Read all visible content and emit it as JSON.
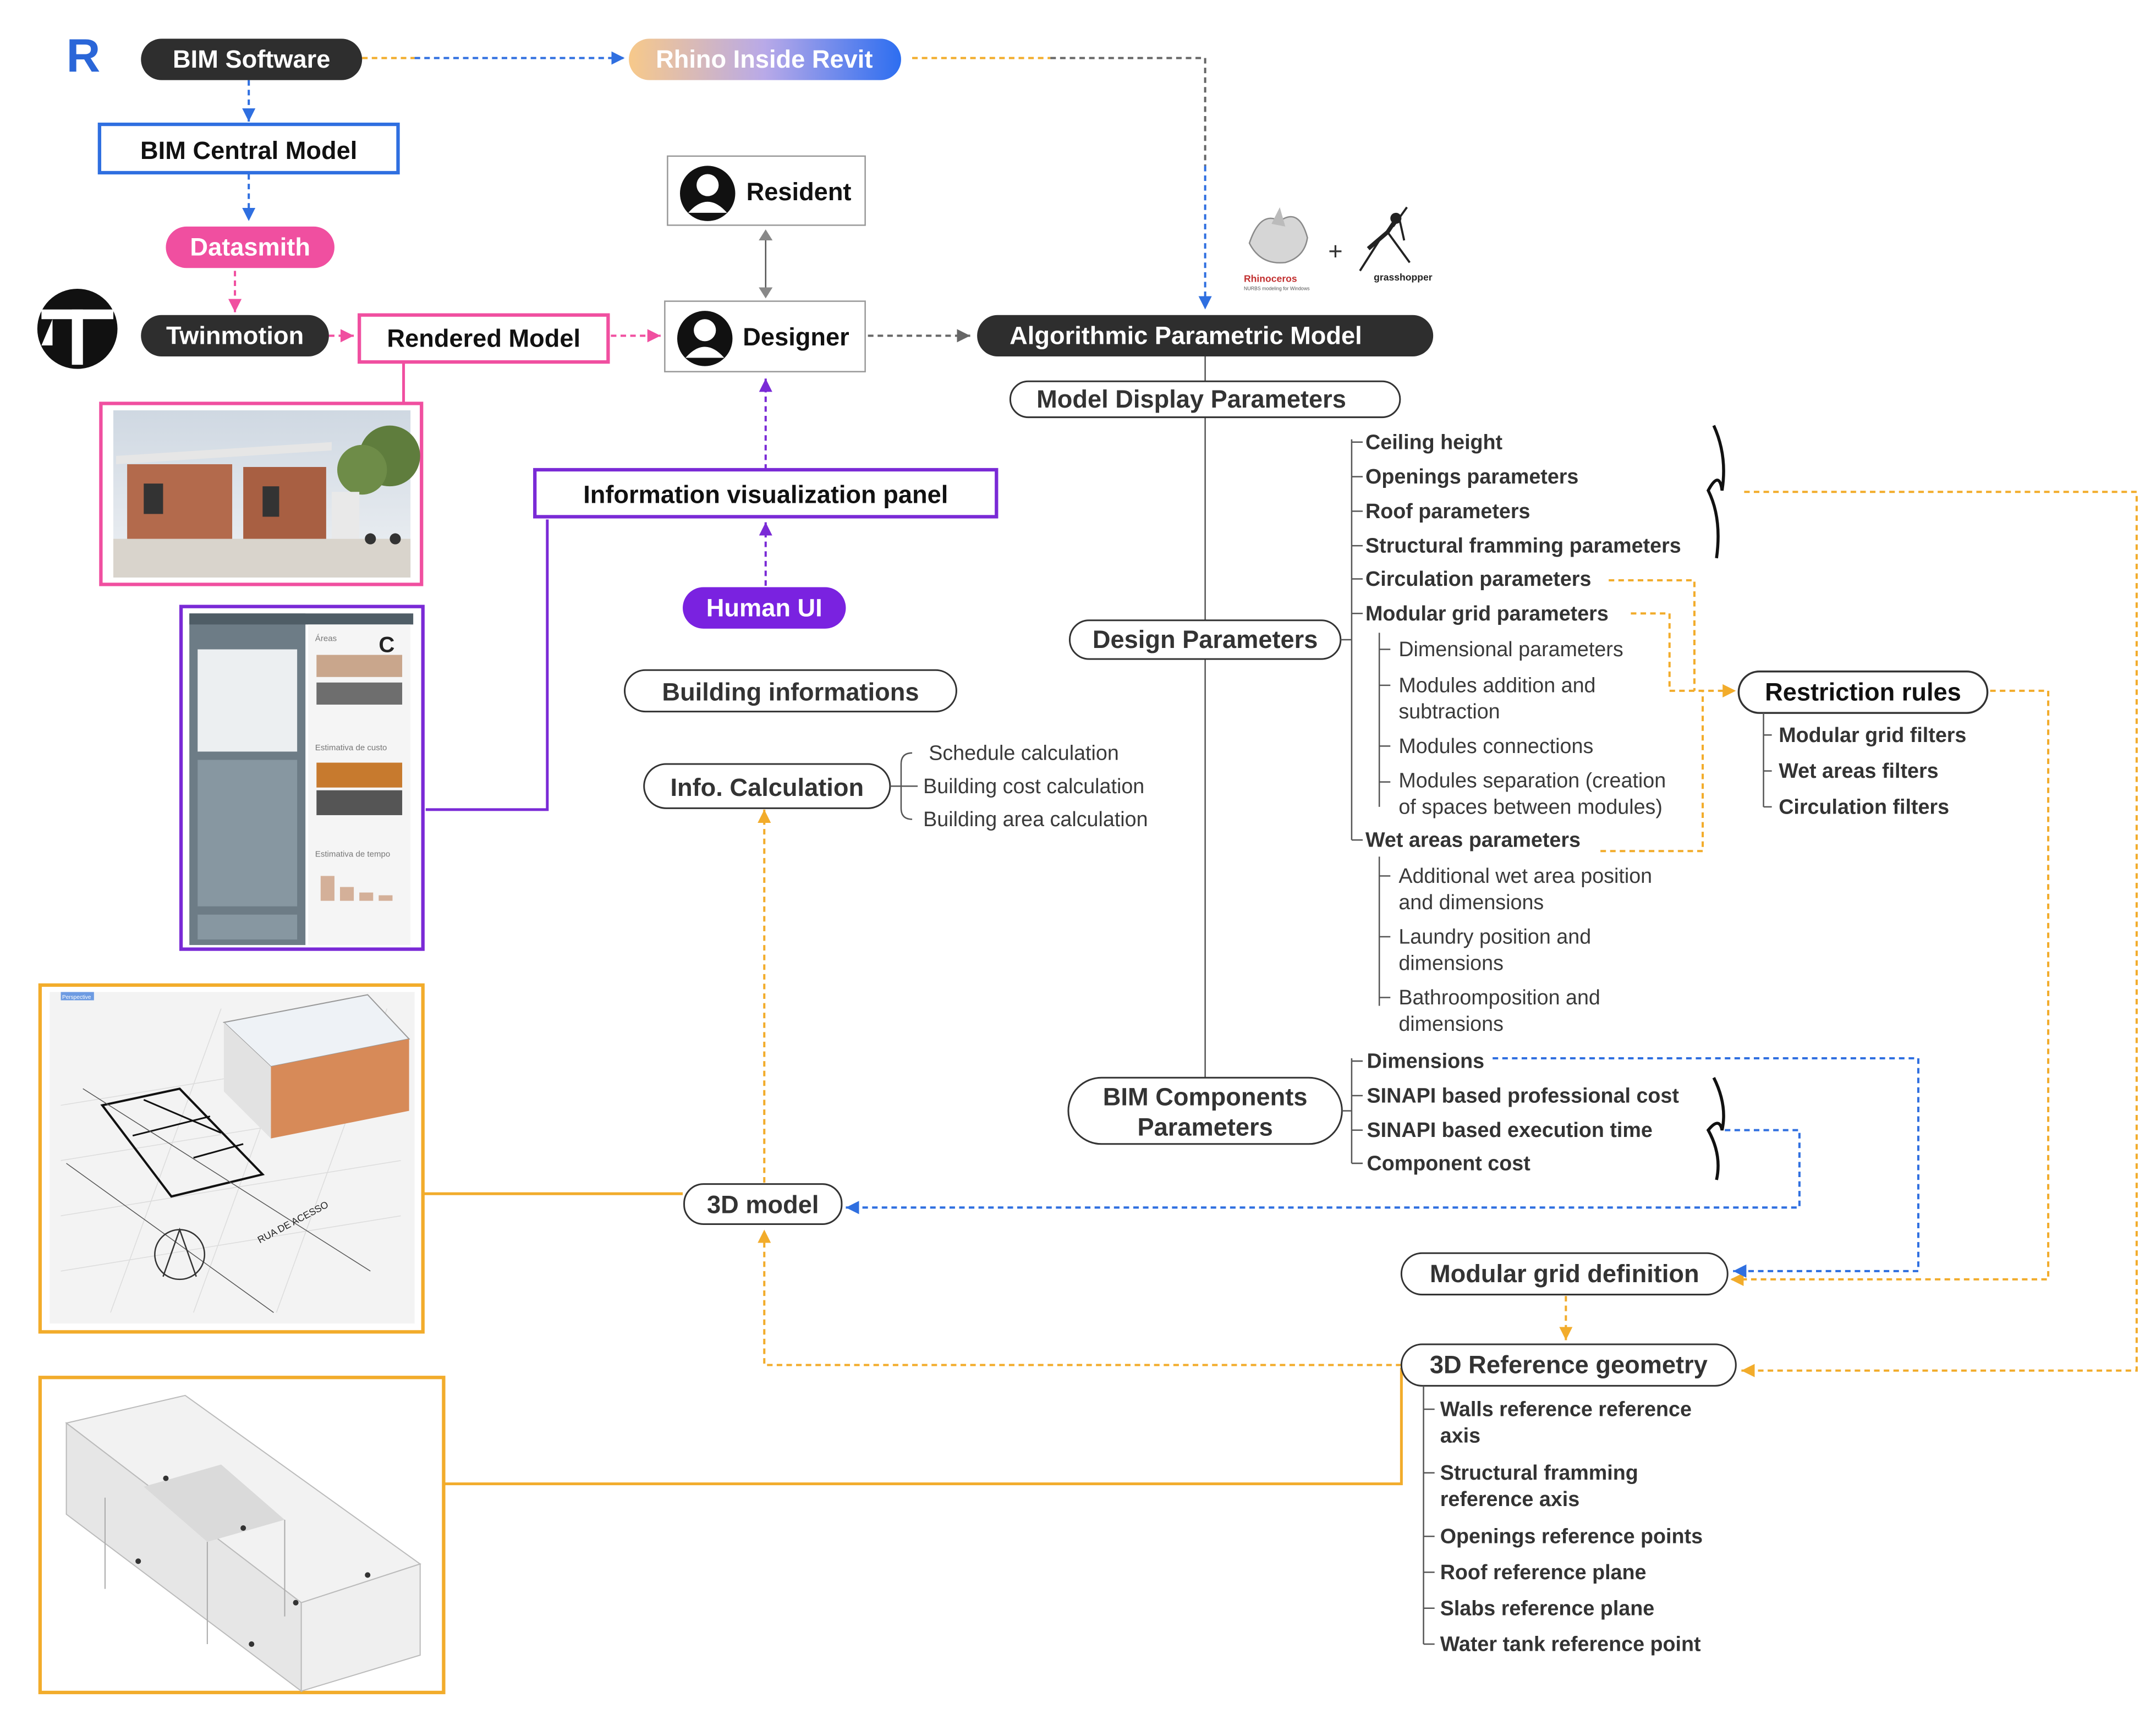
{
  "top": {
    "revit_logo": "R",
    "bim_software": "BIM  Software",
    "rhino_inside_revit": "Rhino Inside Revit",
    "bim_central_model": "BIM Central Model",
    "datasmith": "Datasmith",
    "twinmotion": "Twinmotion",
    "rendered_model": "Rendered Model"
  },
  "people": {
    "resident": "Resident",
    "designer": "Designer"
  },
  "logos": {
    "rhinoceros": "Rhinoceros",
    "rhinoceros_tagline": "NURBS modeling for Windows",
    "plus": "+",
    "grasshopper": "grasshopper"
  },
  "center": {
    "algorithmic_model": "Algorithmic Parametric Model",
    "model_display_parameters": "Model Display Parameters",
    "info_panel": "Information visualization panel",
    "human_ui": "Human UI",
    "building_informations": "Building informations",
    "info_calculation": "Info. Calculation",
    "calc_items": [
      "Schedule calculation",
      "Building cost calculation",
      "Building area calculation"
    ],
    "model_3d": "3D model"
  },
  "design": {
    "label": "Design Parameters",
    "items": [
      "Ceiling height",
      "Openings parameters",
      "Roof parameters",
      "Structural framming parameters",
      "Circulation parameters",
      "Modular grid parameters"
    ],
    "modular_sub": [
      "Dimensional parameters",
      "Modules addition and",
      "subtraction",
      "Modules connections",
      "Modules separation (creation",
      "of spaces between modules)"
    ],
    "wet_areas": "Wet areas parameters",
    "wet_sub": [
      "Additional wet area position",
      "and dimensions",
      "Laundry position and",
      "dimensions",
      "Bathroomposition and",
      "dimensions"
    ]
  },
  "restriction": {
    "label": "Restriction rules",
    "items": [
      "Modular grid filters",
      "Wet areas filters",
      "Circulation filters"
    ]
  },
  "bim_components": {
    "label_line1": "BIM Components",
    "label_line2": "Parameters",
    "items": [
      "Dimensions",
      "SINAPI based professional cost",
      "SINAPI based execution time",
      "Component cost"
    ]
  },
  "modular_grid_definition": "Modular grid definition",
  "reference": {
    "label": "3D Reference geometry",
    "items": [
      "Walls reference reference",
      "axis",
      "Structural framming",
      "reference axis",
      "Openings reference points",
      "Roof reference plane",
      "Slabs reference plane",
      "Water tank reference point"
    ]
  },
  "thumbnails": {
    "panel_letter": "C",
    "panel_area_title": "Áreas",
    "panel_cost_title": "Estimativa de custo",
    "panel_time_title": "Estimativa de tempo",
    "street_label": "RUA DE ACESSO",
    "viewport_tab": "Perspective"
  },
  "colors": {
    "blue": "#2f6fe0",
    "orange": "#f2ac2b",
    "pink": "#f04fa0",
    "purple": "#7a2ad6",
    "dark_pill": "#2e2e2e"
  }
}
